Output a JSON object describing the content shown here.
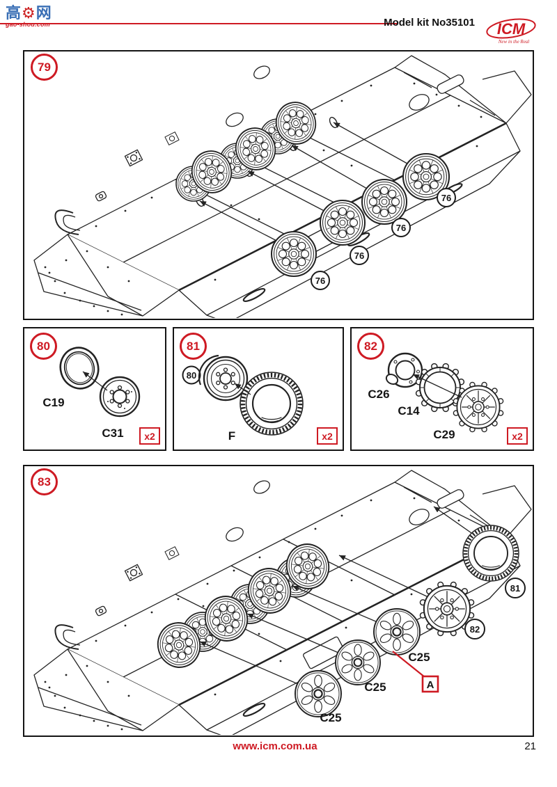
{
  "watermark": {
    "char_left": "高",
    "char_right": "网",
    "site": "gao-shou.com"
  },
  "header": {
    "kit_label": "Model kit No35101",
    "brand": "ICM",
    "tagline": "New in the Real"
  },
  "footer": {
    "website": "www.icm.com.ua",
    "page": "21"
  },
  "colors": {
    "accent_red": "#ce1a23",
    "line_black": "#232323",
    "watermark_blue": "#3a6fb5"
  },
  "steps": {
    "s79": {
      "num": "79",
      "w1": "76",
      "w2": "76",
      "w3": "76",
      "w4": "76"
    },
    "s80": {
      "num": "80",
      "ring": "C19",
      "disc": "C31",
      "qty": "x2"
    },
    "s81": {
      "num": "81",
      "ref": "80",
      "tire": "F",
      "qty": "x2"
    },
    "s82": {
      "num": "82",
      "hub": "C26",
      "gear": "C14",
      "sprocket": "C29",
      "qty": "x2"
    },
    "s83": {
      "num": "83",
      "tire_ref": "81",
      "sprocket_ref": "82",
      "w1": "C25",
      "w2": "C25",
      "w3": "C25",
      "marker": "A"
    }
  }
}
